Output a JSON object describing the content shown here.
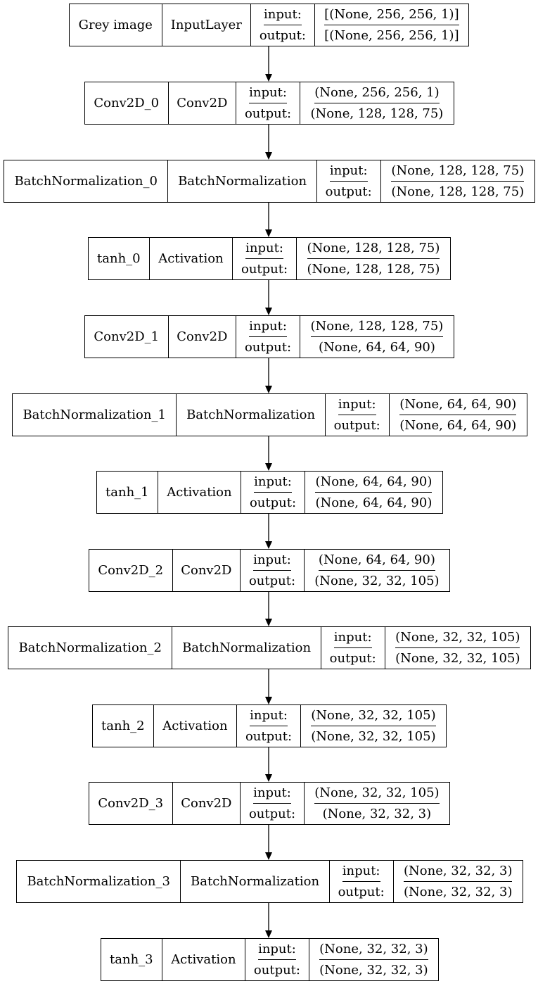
{
  "layers": [
    {
      "name": "Grey image",
      "type": "InputLayer",
      "input_label": "input:",
      "output_label": "output:",
      "input": "[(None, 256, 256, 1)]",
      "output": "[(None, 256, 256, 1)]"
    },
    {
      "name": "Conv2D_0",
      "type": "Conv2D",
      "input_label": "input:",
      "output_label": "output:",
      "input": "(None, 256, 256, 1)",
      "output": "(None, 128, 128, 75)"
    },
    {
      "name": "BatchNormalization_0",
      "type": "BatchNormalization",
      "input_label": "input:",
      "output_label": "output:",
      "input": "(None, 128, 128, 75)",
      "output": "(None, 128, 128, 75)"
    },
    {
      "name": "tanh_0",
      "type": "Activation",
      "input_label": "input:",
      "output_label": "output:",
      "input": "(None, 128, 128, 75)",
      "output": "(None, 128, 128, 75)"
    },
    {
      "name": "Conv2D_1",
      "type": "Conv2D",
      "input_label": "input:",
      "output_label": "output:",
      "input": "(None, 128, 128, 75)",
      "output": "(None, 64, 64, 90)"
    },
    {
      "name": "BatchNormalization_1",
      "type": "BatchNormalization",
      "input_label": "input:",
      "output_label": "output:",
      "input": "(None, 64, 64, 90)",
      "output": "(None, 64, 64, 90)"
    },
    {
      "name": "tanh_1",
      "type": "Activation",
      "input_label": "input:",
      "output_label": "output:",
      "input": "(None, 64, 64, 90)",
      "output": "(None, 64, 64, 90)"
    },
    {
      "name": "Conv2D_2",
      "type": "Conv2D",
      "input_label": "input:",
      "output_label": "output:",
      "input": "(None, 64, 64, 90)",
      "output": "(None, 32, 32, 105)"
    },
    {
      "name": "BatchNormalization_2",
      "type": "BatchNormalization",
      "input_label": "input:",
      "output_label": "output:",
      "input": "(None, 32, 32, 105)",
      "output": "(None, 32, 32, 105)"
    },
    {
      "name": "tanh_2",
      "type": "Activation",
      "input_label": "input:",
      "output_label": "output:",
      "input": "(None, 32, 32, 105)",
      "output": "(None, 32, 32, 105)"
    },
    {
      "name": "Conv2D_3",
      "type": "Conv2D",
      "input_label": "input:",
      "output_label": "output:",
      "input": "(None, 32, 32, 105)",
      "output": "(None, 32, 32, 3)"
    },
    {
      "name": "BatchNormalization_3",
      "type": "BatchNormalization",
      "input_label": "input:",
      "output_label": "output:",
      "input": "(None, 32, 32, 3)",
      "output": "(None, 32, 32, 3)"
    },
    {
      "name": "tanh_3",
      "type": "Activation",
      "input_label": "input:",
      "output_label": "output:",
      "input": "(None, 32, 32, 3)",
      "output": "(None, 32, 32, 3)"
    }
  ]
}
